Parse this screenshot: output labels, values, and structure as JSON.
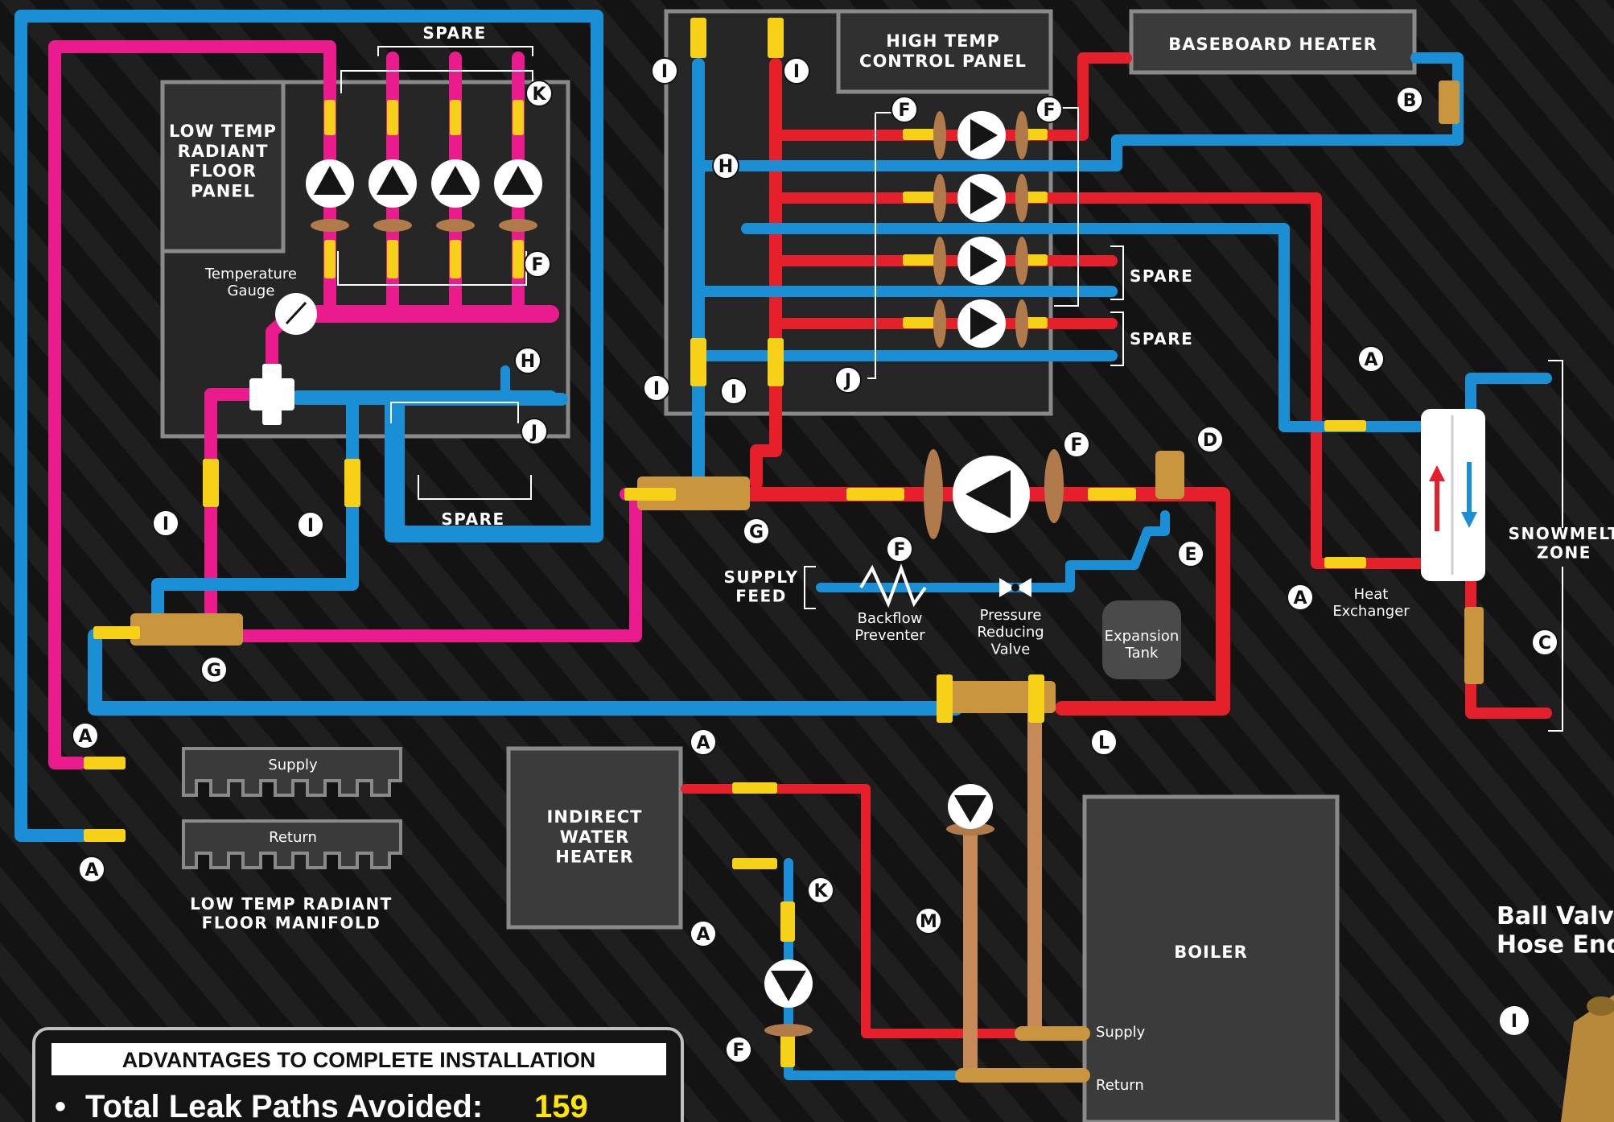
{
  "colors": {
    "supply_hot": "#e5202a",
    "return_cold": "#1b8fd6",
    "radiant_supply": "#ea1c8d",
    "valve_yellow": "#f7d117",
    "brass": "#c9963f",
    "panel_fill": "#2e2e2e",
    "panel_border": "#8a8a8a",
    "background": "#141414",
    "highlight": "#ffe600"
  },
  "panels": {
    "low_temp": "LOW TEMP\nRADIANT\nFLOOR\nPANEL",
    "high_temp": "HIGH TEMP\nCONTROL PANEL",
    "baseboard": "BASEBOARD HEATER",
    "indirect": "INDIRECT\nWATER\nHEATER",
    "boiler": "BOILER"
  },
  "labels": {
    "spare": "SPARE",
    "temperature_gauge": "Temperature\nGauge",
    "supply_feed": "SUPPLY\nFEED",
    "backflow_preventer": "Backflow\nPreventer",
    "pressure_reducing_valve": "Pressure\nReducing\nValve",
    "expansion_tank": "Expansion\nTank",
    "heat_exchanger": "Heat\nExchanger",
    "snowmelt_zone": "SNOWMELT\nZONE",
    "manifold_supply": "Supply",
    "manifold_return": "Return",
    "low_temp_manifold": "LOW TEMP RADIANT\nFLOOR MANIFOLD",
    "boiler_supply": "Supply",
    "boiler_return": "Return"
  },
  "side_panel": {
    "title": "Ball Valv\nHose End",
    "badge": "I"
  },
  "advantages": {
    "title": "ADVANTAGES TO COMPLETE INSTALLATION",
    "bullet": "•",
    "line_label": "Total Leak Paths Avoided:",
    "line_value": "159"
  },
  "badges": [
    {
      "letter": "A",
      "id": "a-hx-top"
    },
    {
      "letter": "A",
      "id": "a-hx-bottom"
    },
    {
      "letter": "A",
      "id": "a-manifold-top"
    },
    {
      "letter": "A",
      "id": "a-manifold-bottom"
    },
    {
      "letter": "A",
      "id": "a-iwh-top"
    },
    {
      "letter": "A",
      "id": "a-iwh-bottom"
    },
    {
      "letter": "B",
      "id": "b-baseboard"
    },
    {
      "letter": "C",
      "id": "c-snowmelt"
    },
    {
      "letter": "D",
      "id": "d-air-separator"
    },
    {
      "letter": "E",
      "id": "e-expansion"
    },
    {
      "letter": "F",
      "id": "f-low-temp"
    },
    {
      "letter": "F",
      "id": "f-high-1"
    },
    {
      "letter": "F",
      "id": "f-high-2"
    },
    {
      "letter": "F",
      "id": "f-main-pump"
    },
    {
      "letter": "F",
      "id": "f-backflow"
    },
    {
      "letter": "F",
      "id": "f-iwh"
    },
    {
      "letter": "G",
      "id": "g-left"
    },
    {
      "letter": "G",
      "id": "g-main"
    },
    {
      "letter": "H",
      "id": "h-low"
    },
    {
      "letter": "H",
      "id": "h-high"
    },
    {
      "letter": "I",
      "id": "i-1"
    },
    {
      "letter": "I",
      "id": "i-2"
    },
    {
      "letter": "I",
      "id": "i-3"
    },
    {
      "letter": "I",
      "id": "i-4"
    },
    {
      "letter": "I",
      "id": "i-5"
    },
    {
      "letter": "I",
      "id": "i-6"
    },
    {
      "letter": "J",
      "id": "j-low"
    },
    {
      "letter": "J",
      "id": "j-high"
    },
    {
      "letter": "K",
      "id": "k-low"
    },
    {
      "letter": "K",
      "id": "k-iwh"
    },
    {
      "letter": "L",
      "id": "l-boiler"
    },
    {
      "letter": "M",
      "id": "m-boiler"
    }
  ]
}
